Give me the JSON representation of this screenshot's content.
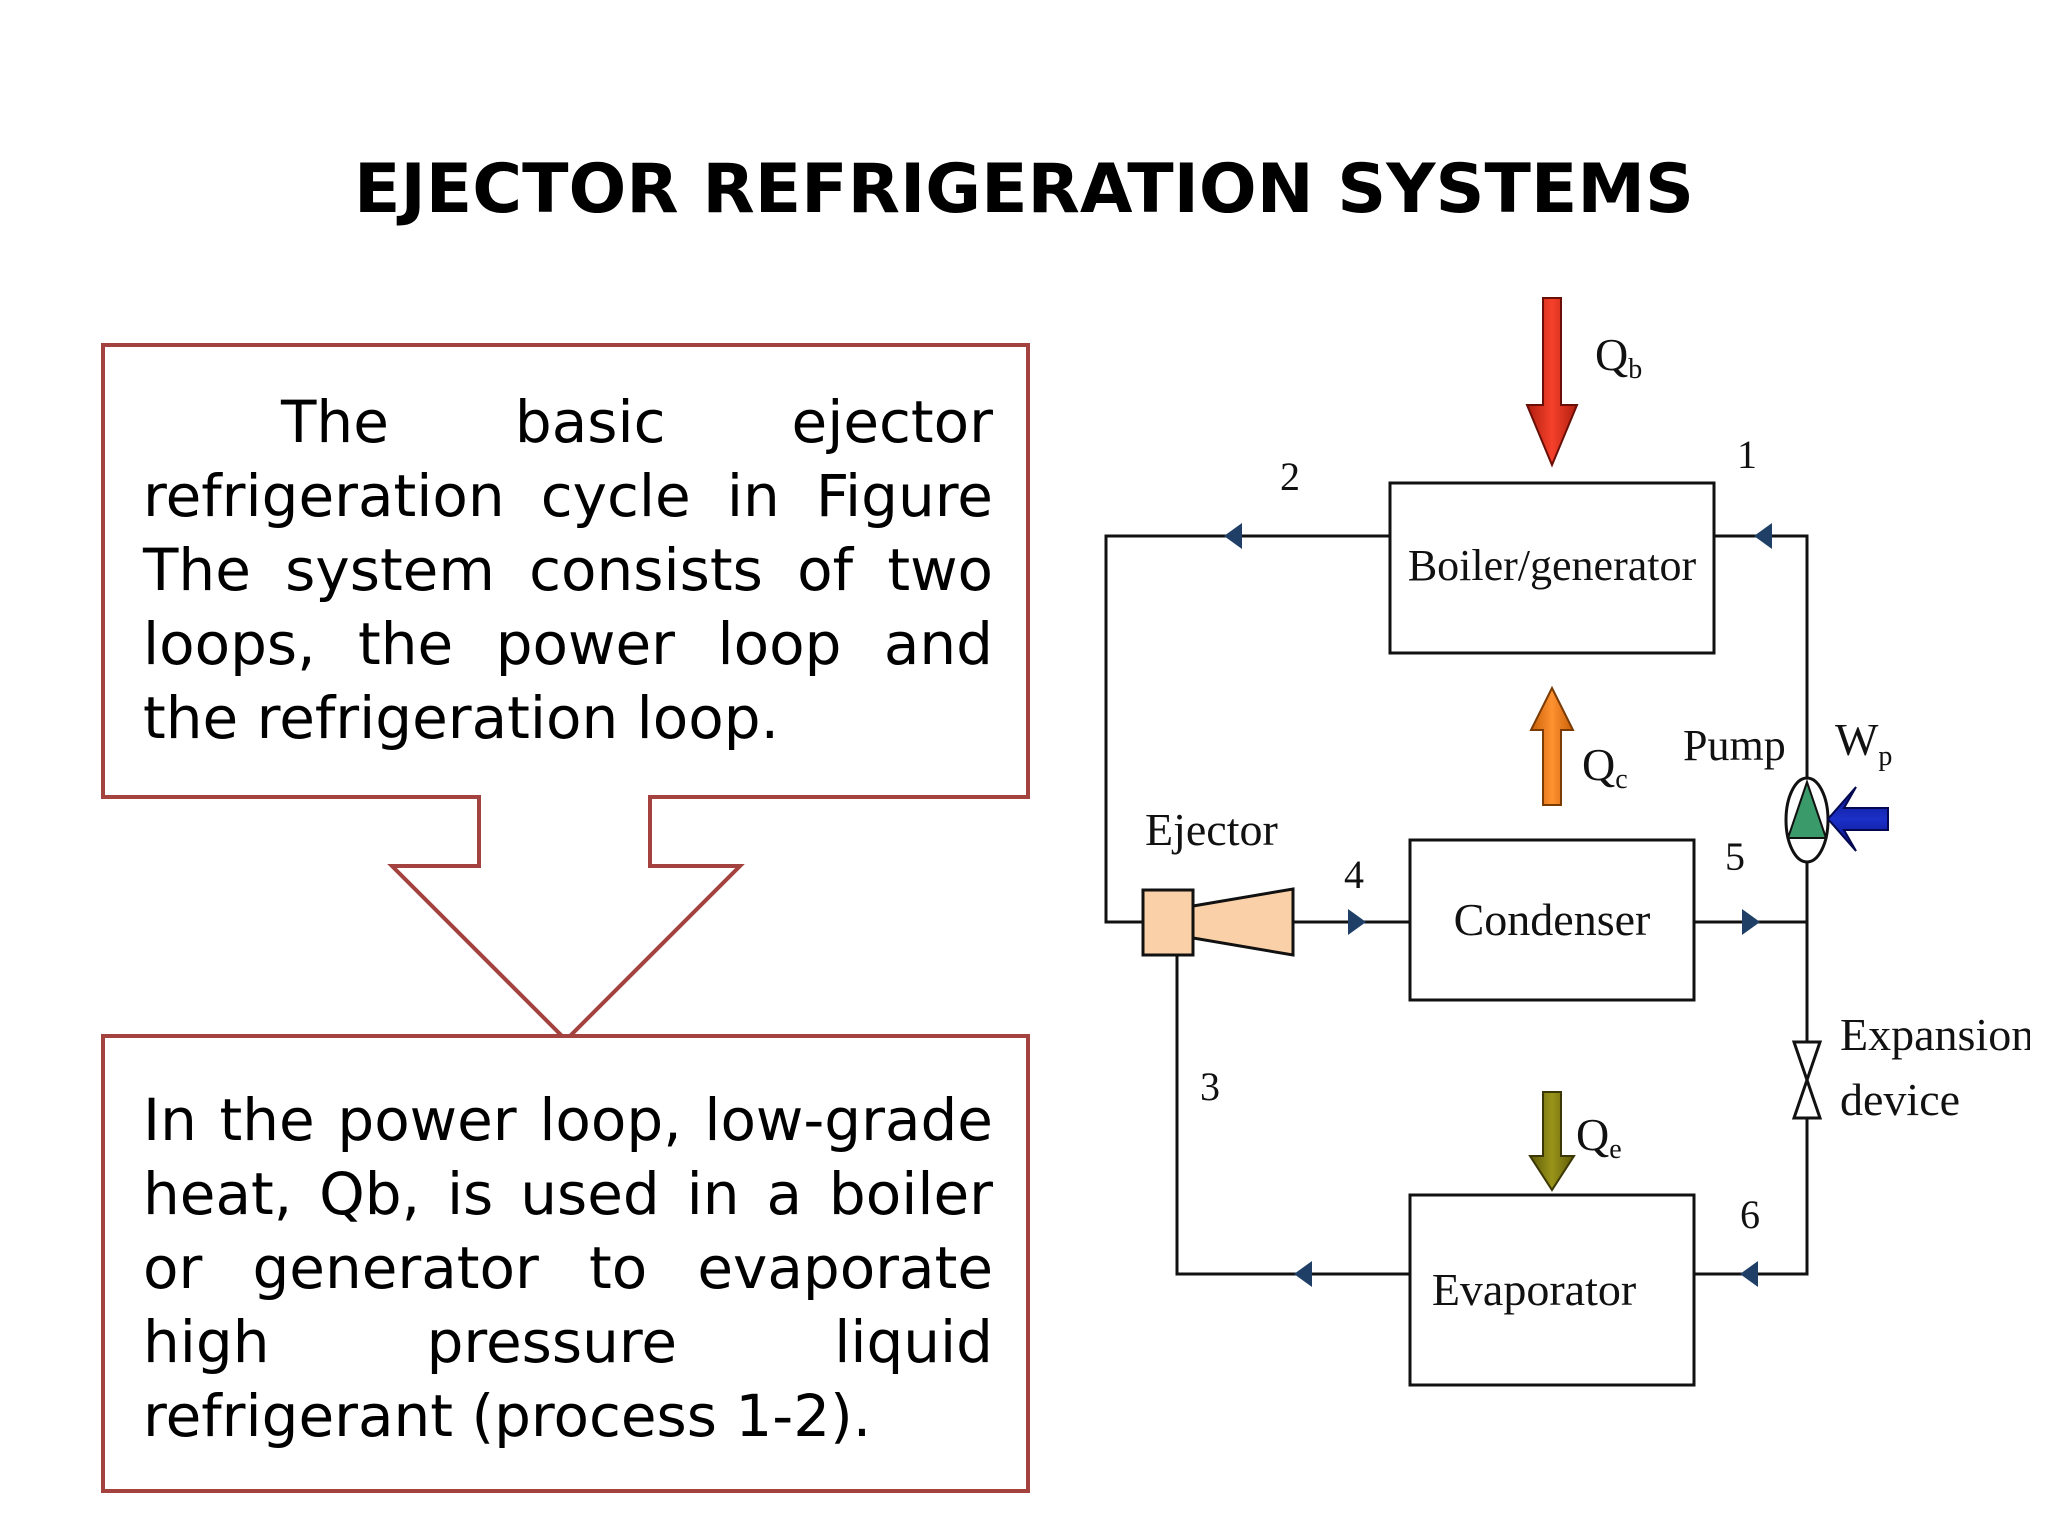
{
  "slide": {
    "title": "EJECTOR REFRIGERATION SYSTEMS"
  },
  "intro_box": {
    "text": "The basic ejector refrigeration cycle in Figure The system consists of two loops, the power loop and the refrigeration loop."
  },
  "power_box": {
    "text": "In the power loop, low-grade heat, Qb, is used in a boiler or generator to evaporate high pressure liquid refrigerant (process 1-2)."
  },
  "diagram": {
    "components": {
      "boiler": "Boiler/generator",
      "condenser": "Condenser",
      "evaporator": "Evaporator",
      "ejector": "Ejector",
      "pump": "Pump",
      "expansion_line1": "Expansion",
      "expansion_line2": "device"
    },
    "heat_labels": {
      "qb": "Q",
      "qb_sub": "b",
      "qc": "Q",
      "qc_sub": "c",
      "qe": "Q",
      "qe_sub": "e",
      "wp": "W",
      "wp_sub": "p"
    },
    "state_points": {
      "p1": "1",
      "p2": "2",
      "p3": "3",
      "p4": "4",
      "p5": "5",
      "p6": "6"
    },
    "colors": {
      "line": "#111111",
      "flow_arrow": "#1f3f66",
      "qb_arrow": "#e8321c",
      "qc_arrow": "#f07d12",
      "qe_arrow": "#7f7a0e",
      "wp_arrow": "#0b1c9a",
      "pump_fill": "#3a9a6a",
      "ejector_fill": "#f9d0a8",
      "callout_border": "#a3423e"
    }
  }
}
